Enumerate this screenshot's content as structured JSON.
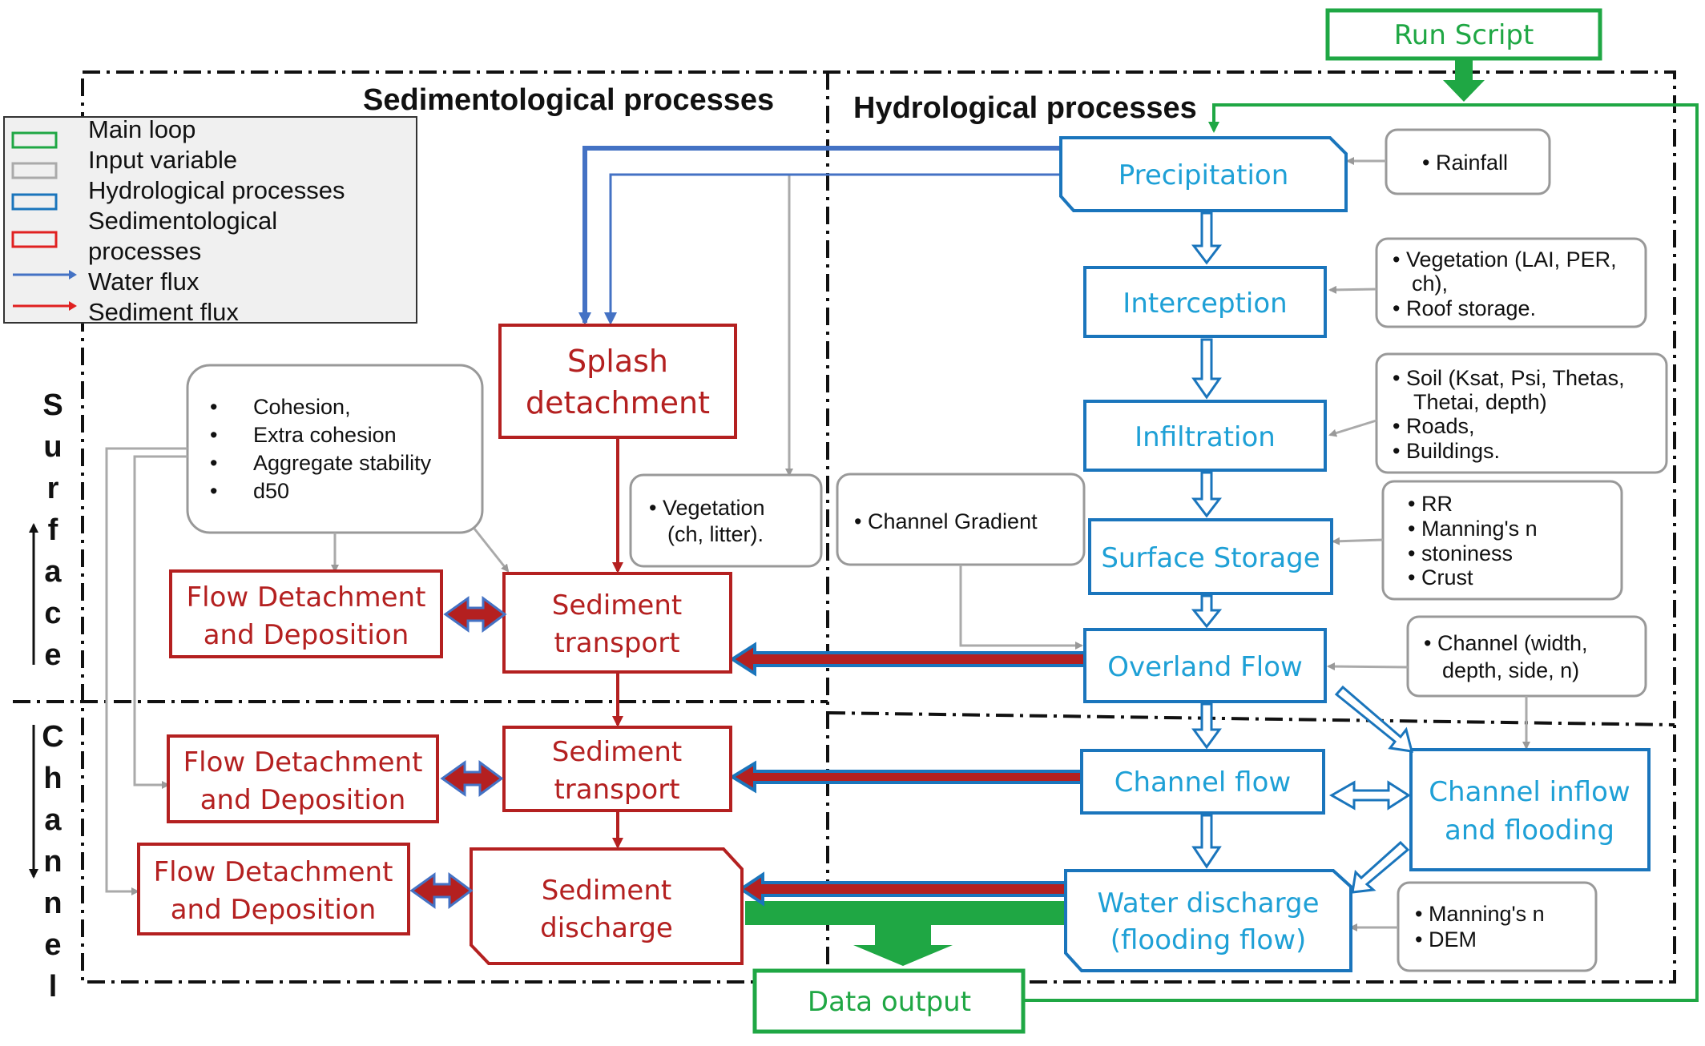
{
  "headers": {
    "sedimentological": "Sedimentological  processes",
    "hydrological": "Hydrological processes"
  },
  "side_labels": {
    "surface": "Surface",
    "channel": "Channel"
  },
  "legend": {
    "items": [
      "Main loop",
      "Input variable",
      "Hydrological processes",
      "Sedimentological",
      "processes",
      "Water flux",
      "Sediment flux"
    ]
  },
  "main_loop": {
    "run_script": "Run Script",
    "data_output": "Data output"
  },
  "hydrological_boxes": {
    "precipitation": "Precipitation",
    "interception": "Interception",
    "infiltration": "Infiltration",
    "surface_storage": "Surface Storage",
    "overland_flow": "Overland Flow",
    "channel_flow": "Channel flow",
    "channel_inflow": [
      "Channel inflow",
      "and flooding"
    ],
    "water_discharge": [
      "Water discharge",
      "(flooding flow)"
    ]
  },
  "sediment_boxes": {
    "splash": [
      "Splash",
      "detachment"
    ],
    "transport_surface": [
      "Sediment",
      "transport"
    ],
    "transport_channel": [
      "Sediment",
      "transport"
    ],
    "discharge": [
      "Sediment",
      "discharge"
    ],
    "flow_det_1": [
      "Flow Detachment",
      "and Deposition"
    ],
    "flow_det_2": [
      "Flow Detachment",
      "and Deposition"
    ],
    "flow_det_3": [
      "Flow Detachment",
      "and Deposition"
    ]
  },
  "inputs": {
    "rainfall": [
      "• Rainfall"
    ],
    "vegetation_lai": [
      "• Vegetation  (LAI,  PER,",
      "ch),",
      "• Roof storage."
    ],
    "soil": [
      "• Soil (Ksat, Psi, Thetas,",
      "Thetai, depth)",
      "• Roads,",
      "• Buildings."
    ],
    "surface_params": [
      "• RR",
      "• Manning's n",
      "• stoniness",
      "• Crust"
    ],
    "channel_dims": [
      "• Channel (width,",
      "depth, side, n)"
    ],
    "manning_dem": [
      "• Manning's n",
      "• DEM"
    ],
    "channel_gradient": [
      "• Channel Gradient"
    ],
    "vegetation_litter": [
      "• Vegetation",
      "(ch, litter)."
    ],
    "cohesion": [
      "•",
      "•",
      "•",
      "•"
    ],
    "cohesion_text": [
      "Cohesion,",
      "Extra cohesion",
      "Aggregate stability",
      "d50"
    ]
  },
  "colors": {
    "hydro": "#1a75bc",
    "hydro_text": "#1ea0d6",
    "sediment": "#b42020",
    "main_loop": "#1fa744",
    "input": "#888888",
    "water_flux": "#4472c4",
    "sediment_flux": "#e02020"
  }
}
